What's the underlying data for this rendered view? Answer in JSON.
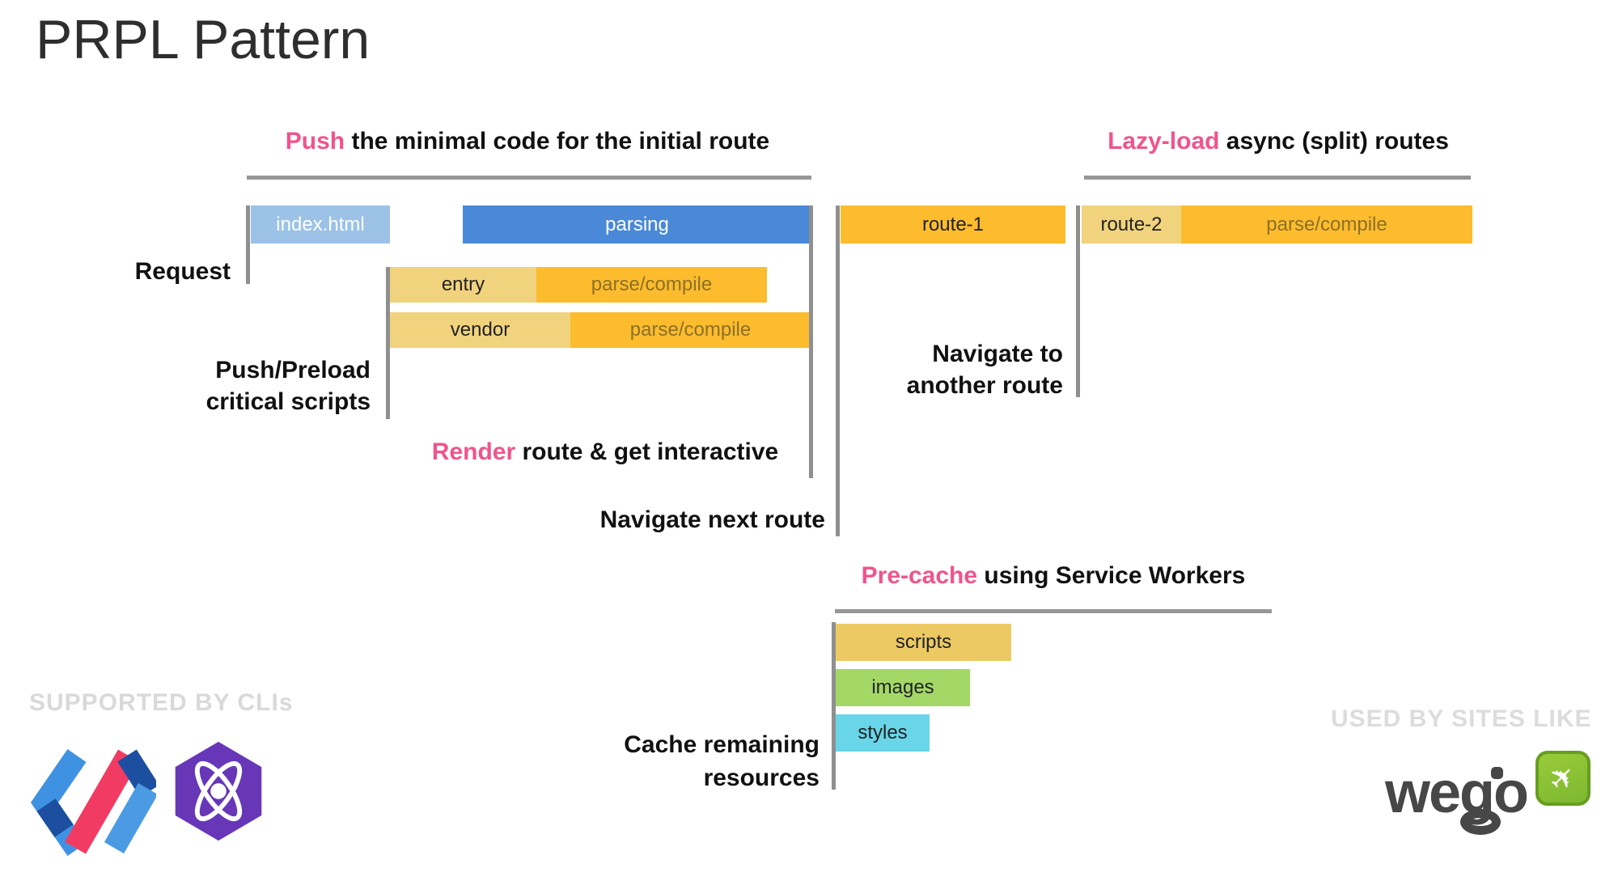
{
  "slide": {
    "title": "PRPL Pattern"
  },
  "headings": {
    "push": {
      "highlight": "Push",
      "rest": " the minimal code for the initial route"
    },
    "lazy": {
      "highlight": "Lazy-load",
      "rest": " async (split) routes"
    },
    "render": {
      "highlight": "Render",
      "rest": " route & get interactive"
    },
    "precache": {
      "highlight": "Pre-cache",
      "rest": " using Service Workers"
    }
  },
  "labels": {
    "request": "Request",
    "push_preload_line1": "Push/Preload",
    "push_preload_line2": "critical scripts",
    "navigate_next": "Navigate next route",
    "navigate_another_line1": "Navigate to",
    "navigate_another_line2": "another route",
    "cache_line1": "Cache remaining",
    "cache_line2": "resources"
  },
  "bars": {
    "index_html": "index.html",
    "parsing": "parsing",
    "entry": "entry",
    "entry_parse": "parse/compile",
    "vendor": "vendor",
    "vendor_parse": "parse/compile",
    "route1": "route-1",
    "route2": "route-2",
    "route2_parse": "parse/compile",
    "scripts": "scripts",
    "images": "images",
    "styles": "styles"
  },
  "footer": {
    "supported_by": "SUPPORTED BY CLIs",
    "used_by": "USED BY SITES LIKE",
    "wego_text": "wego",
    "logos": [
      "polymer-logo",
      "preact-logo",
      "wego-logo"
    ]
  },
  "colors": {
    "pink_accent": "#f0548c",
    "bar_blue_light": "#9cc2e8",
    "bar_blue": "#4a89d8",
    "bar_gold_light": "#f1d37e",
    "bar_gold": "#fcbc2e",
    "bar_tan": "#ecc963",
    "bar_green": "#a3d867",
    "bar_cyan": "#68d5e8",
    "line_gray": "#969696",
    "watermark_gray": "#d9d9d9"
  }
}
